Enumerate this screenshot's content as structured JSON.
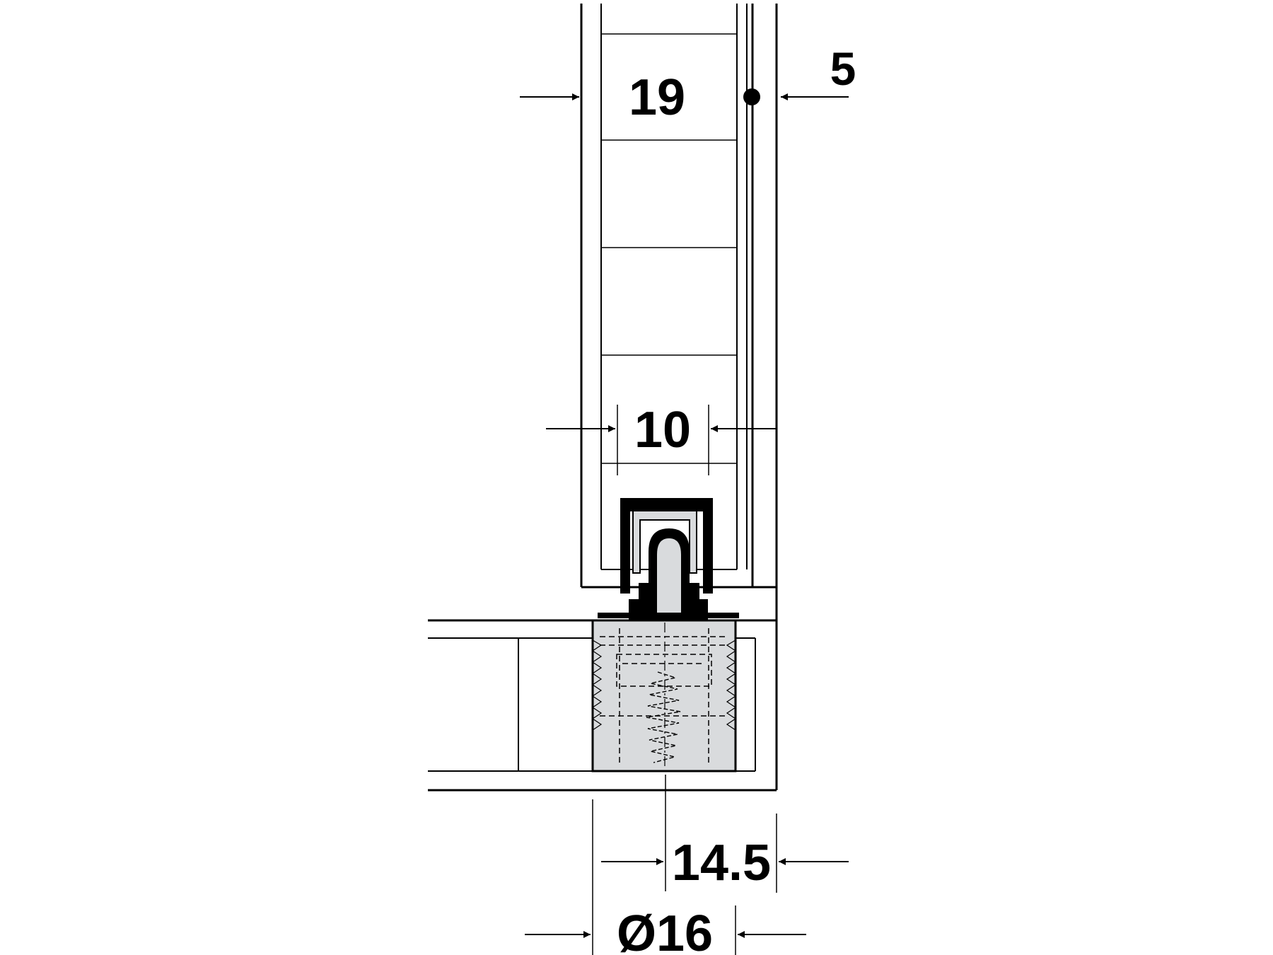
{
  "diagram": {
    "dimensions": {
      "door_thickness": "19",
      "side_offset": "5",
      "guide_width": "10",
      "hole_center_offset": "14.5",
      "hole_diameter": "Ø16"
    }
  },
  "colors": {
    "line": "#000000",
    "fill": "#d9dbdd",
    "background": "#ffffff"
  }
}
